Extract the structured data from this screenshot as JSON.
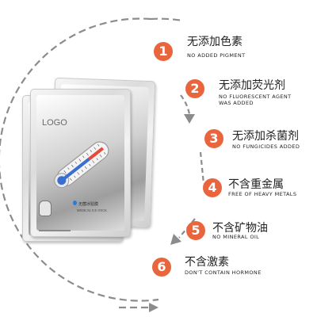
{
  "product": {
    "logo_text": "LOGO",
    "badge_text": "无菌冰贴膜",
    "stick_text": "MEDICAL ICE STICK"
  },
  "colors": {
    "accent": "#e8653d",
    "ring": "#8c8c8c"
  },
  "icons": [
    "thermometer-icon",
    "water-drop-icon",
    "face-mark-icon",
    "arrow-head-icon"
  ],
  "features": [
    {
      "number": "1",
      "cn": "无添加色素",
      "en": "NO ADDED PIGMENT",
      "en2": ""
    },
    {
      "number": "2",
      "cn": "无添加荧光剂",
      "en": "NO FLUORESCENT AGENT",
      "en2": "WAS ADDED"
    },
    {
      "number": "3",
      "cn": "无添加杀菌剂",
      "en": "NO FUNGICIDES ADDED",
      "en2": ""
    },
    {
      "number": "4",
      "cn": "不含重金属",
      "en": "FREE OF HEAVY METALS",
      "en2": ""
    },
    {
      "number": "5",
      "cn": "不含矿物油",
      "en": "NO MINERAL OIL",
      "en2": ""
    },
    {
      "number": "6",
      "cn": "不含激素",
      "en": "DON'T CONTAIN HORMONE",
      "en2": ""
    }
  ]
}
